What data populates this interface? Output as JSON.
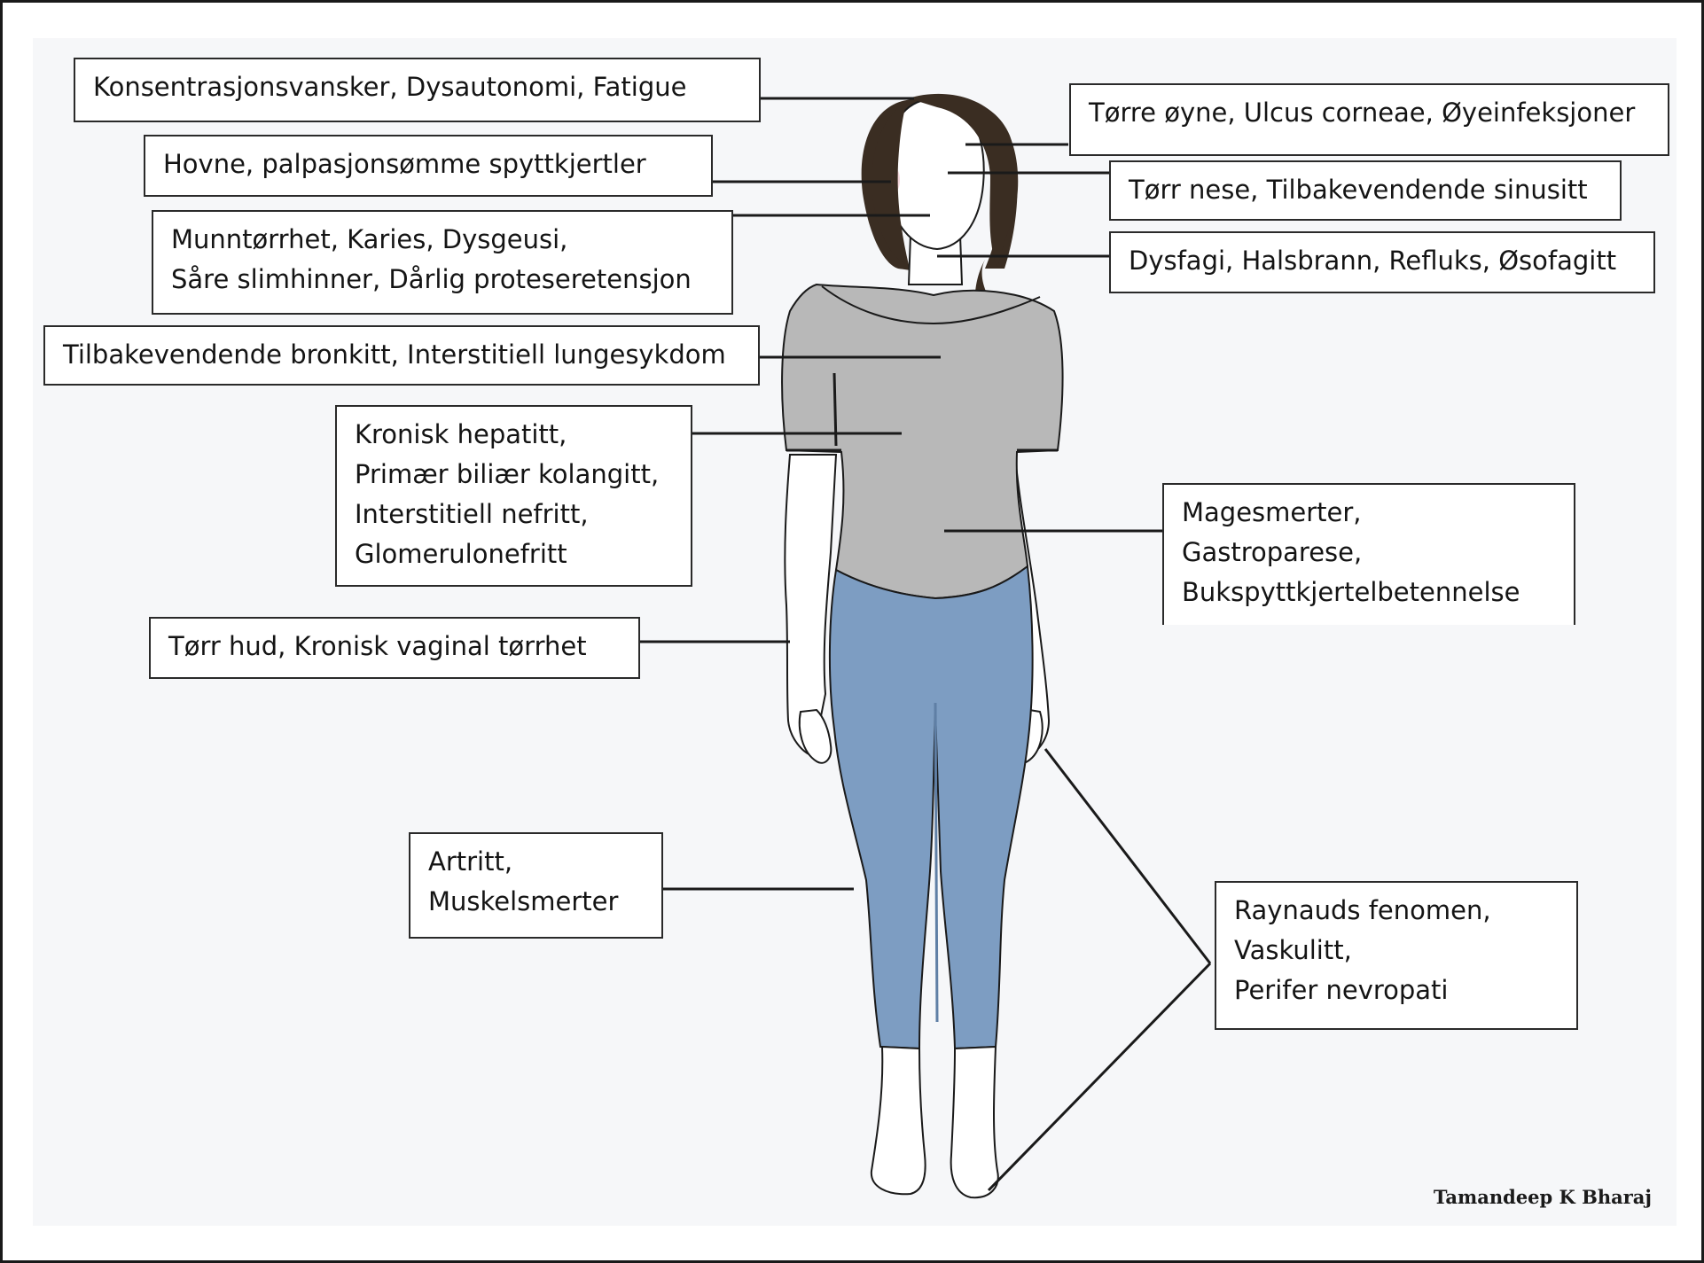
{
  "labels": {
    "neuro": {
      "lines": [
        "Konsentrasjonsvansker, Dysautonomi, Fatigue"
      ]
    },
    "salivary": {
      "lines": [
        "Hovne, palpasjonsømme spyttkjertler"
      ]
    },
    "mouth": {
      "lines": [
        "Munntørrhet, Karies, Dysgeusi,",
        "Såre slimhinner, Dårlig proteseretensjon"
      ]
    },
    "lungs": {
      "lines": [
        "Tilbakevendende bronkitt, Interstitiell lungesykdom"
      ]
    },
    "liver_kidney": {
      "lines": [
        "Kronisk hepatitt,",
        "Primær biliær kolangitt,",
        "Interstitiell nefritt,",
        "Glomerulonefritt"
      ]
    },
    "skin": {
      "lines": [
        "Tørr hud, Kronisk vaginal tørrhet"
      ]
    },
    "joints": {
      "lines": [
        "Artritt,",
        "Muskelsmerter"
      ]
    },
    "eyes": {
      "lines": [
        "Tørre øyne, Ulcus corneae, Øyeinfeksjoner"
      ]
    },
    "nose": {
      "lines": [
        "Tørr nese, Tilbakevendende sinusitt"
      ]
    },
    "throat": {
      "lines": [
        "Dysfagi, Halsbrann, Refluks, Øsofagitt"
      ]
    },
    "abdomen": {
      "lines": [
        "Magesmerter,",
        "Gastroparese,",
        "Bukspyttkjertelbetennelse"
      ]
    },
    "vascular": {
      "lines": [
        "Raynauds fenomen,",
        "Vaskulitt,",
        "Perifer nevropati"
      ]
    }
  },
  "credit": "Tamandeep K Bharaj",
  "colors": {
    "shirt": "#b8b8b8",
    "leggings": "#7d9dc2",
    "hair": "#3a2d22",
    "lines": "#1a1a1a",
    "background": "#f6f7f9"
  }
}
